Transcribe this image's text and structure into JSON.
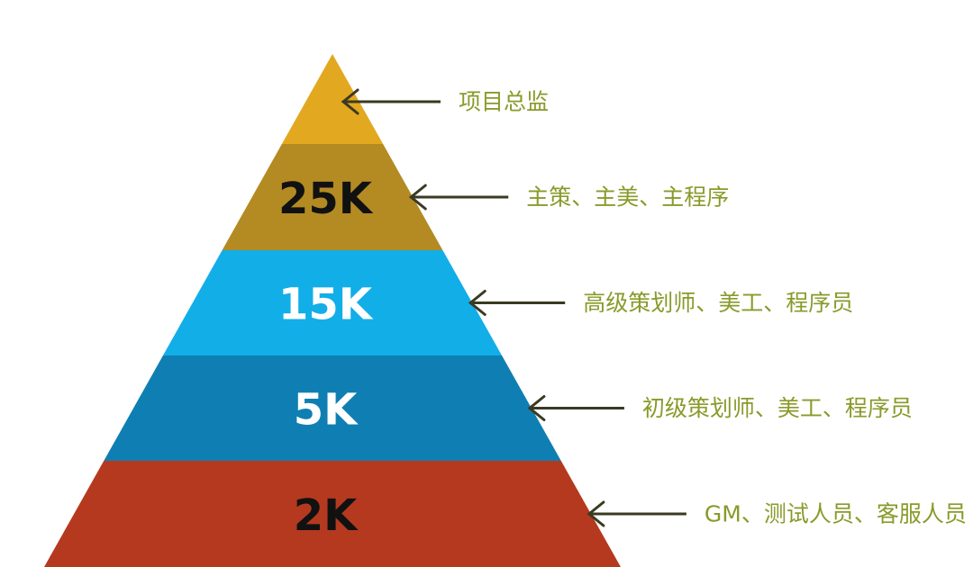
{
  "colors": {
    "label_text": "#8a9a2a",
    "arrow": "#3a3a22"
  },
  "pyramid": {
    "tiers": [
      {
        "value": "",
        "label": "项目总监",
        "fill": "#e2a81f",
        "value_color": "#111111"
      },
      {
        "value": "25K",
        "label": "主策、主美、主程序",
        "fill": "#b48a22",
        "value_color": "#111111"
      },
      {
        "value": "15K",
        "label": "高级策划师、美工、程序员",
        "fill": "#12aee8",
        "value_color": "#ffffff"
      },
      {
        "value": "5K",
        "label": "初级策划师、美工、程序员",
        "fill": "#0f7fb3",
        "value_color": "#ffffff"
      },
      {
        "value": "2K",
        "label": "GM、测试人员、客服人员",
        "fill": "#b5391f",
        "value_color": "#111111"
      }
    ]
  }
}
